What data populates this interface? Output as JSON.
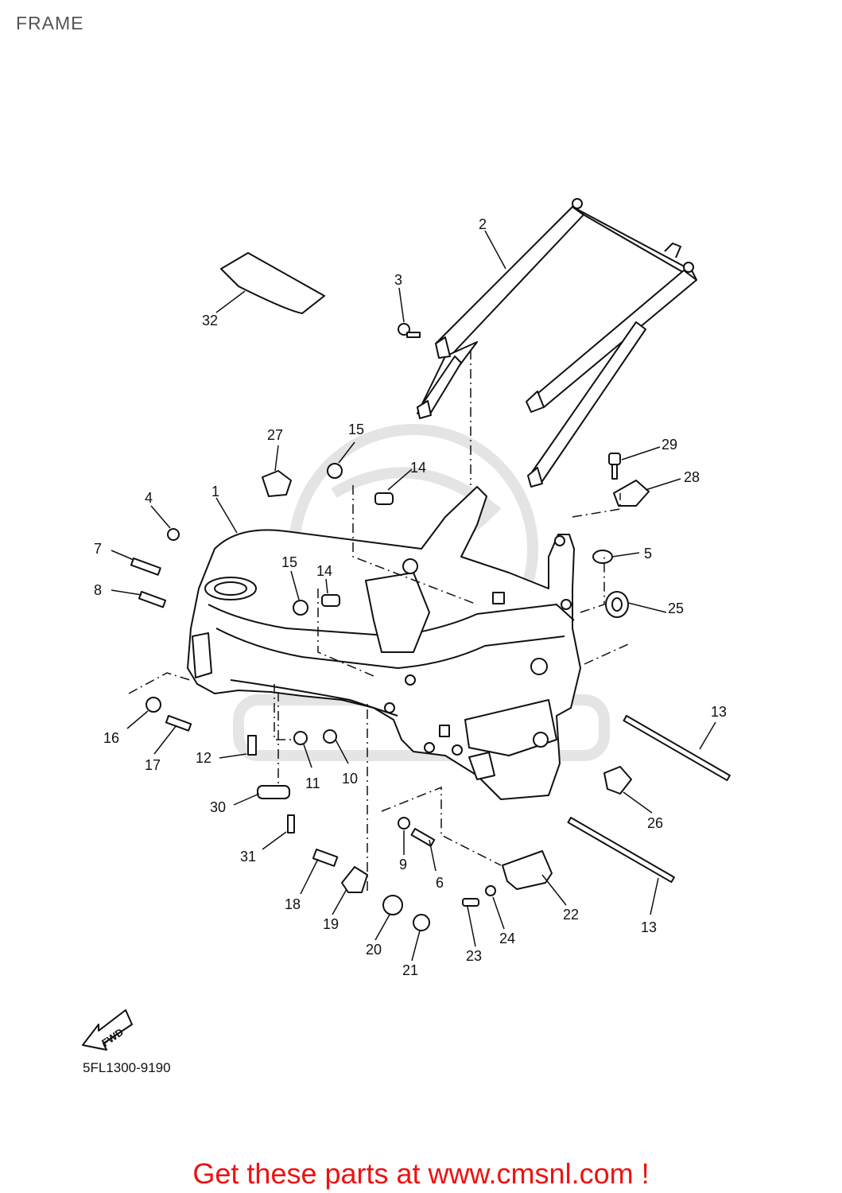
{
  "page": {
    "title": "FRAME",
    "diagram_code": "5FL1300-9190",
    "fwd_label": "FWD",
    "promo_text": "Get these parts at www.cmsnl.com !",
    "colors": {
      "ink": "#111111",
      "title": "#555555",
      "promo": "#ee1111",
      "watermark": "#e2e2e2"
    }
  },
  "parts": [
    {
      "key": "p1",
      "label": "1"
    },
    {
      "key": "p2",
      "label": "2"
    },
    {
      "key": "p3",
      "label": "3"
    },
    {
      "key": "p4",
      "label": "4"
    },
    {
      "key": "p5",
      "label": "5"
    },
    {
      "key": "p6",
      "label": "6"
    },
    {
      "key": "p7",
      "label": "7"
    },
    {
      "key": "p8",
      "label": "8"
    },
    {
      "key": "p9",
      "label": "9"
    },
    {
      "key": "p10",
      "label": "10"
    },
    {
      "key": "p11",
      "label": "11"
    },
    {
      "key": "p12",
      "label": "12"
    },
    {
      "key": "p13a",
      "label": "13"
    },
    {
      "key": "p13b",
      "label": "13"
    },
    {
      "key": "p14a",
      "label": "14"
    },
    {
      "key": "p14b",
      "label": "14"
    },
    {
      "key": "p15a",
      "label": "15"
    },
    {
      "key": "p15b",
      "label": "15"
    },
    {
      "key": "p16",
      "label": "16"
    },
    {
      "key": "p17",
      "label": "17"
    },
    {
      "key": "p18",
      "label": "18"
    },
    {
      "key": "p19",
      "label": "19"
    },
    {
      "key": "p20",
      "label": "20"
    },
    {
      "key": "p21",
      "label": "21"
    },
    {
      "key": "p22",
      "label": "22"
    },
    {
      "key": "p23",
      "label": "23"
    },
    {
      "key": "p24",
      "label": "24"
    },
    {
      "key": "p25",
      "label": "25"
    },
    {
      "key": "p26",
      "label": "26"
    },
    {
      "key": "p27",
      "label": "27"
    },
    {
      "key": "p28",
      "label": "28"
    },
    {
      "key": "p29",
      "label": "29"
    },
    {
      "key": "p30",
      "label": "30"
    },
    {
      "key": "p31",
      "label": "31"
    },
    {
      "key": "p32",
      "label": "32"
    }
  ]
}
